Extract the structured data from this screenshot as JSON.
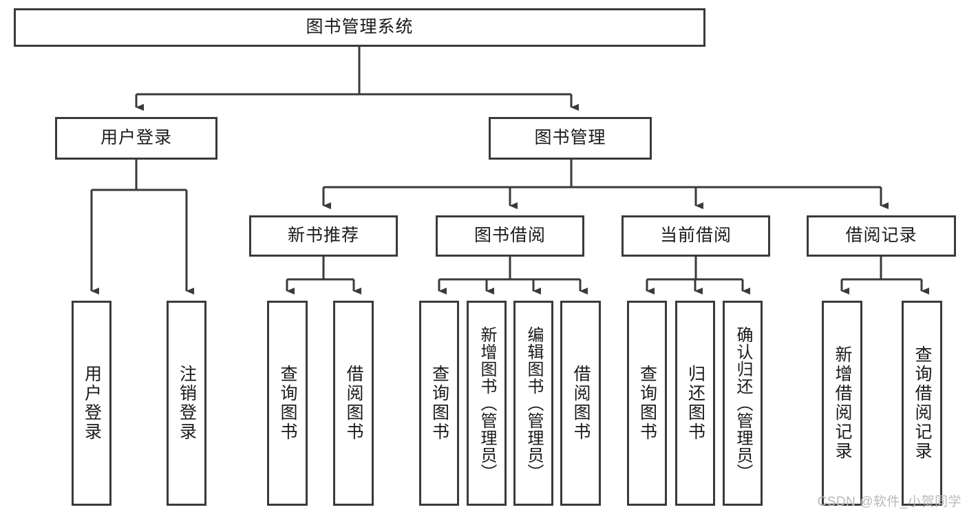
{
  "diagram": {
    "title": "图书管理系统",
    "type": "tree-hierarchy",
    "colors": {
      "box_border": "#3a3a3a",
      "box_fill": "#ffffff",
      "edge": "#3a3a3a",
      "text": "#1a1a1a",
      "watermark": "#b9b9b9"
    },
    "root": {
      "label": "图书管理系统"
    },
    "level2": [
      {
        "label": "用户登录"
      },
      {
        "label": "图书管理"
      }
    ],
    "level3": [
      {
        "label": "新书推荐"
      },
      {
        "label": "图书借阅"
      },
      {
        "label": "当前借阅"
      },
      {
        "label": "借阅记录"
      }
    ],
    "leaves": [
      {
        "label": "用户登录",
        "parent": "用户登录"
      },
      {
        "label": "注销登录",
        "parent": "用户登录"
      },
      {
        "label": "查询图书",
        "parent": "新书推荐"
      },
      {
        "label": "借阅图书",
        "parent": "新书推荐"
      },
      {
        "label": "查询图书",
        "parent": "图书借阅"
      },
      {
        "label": "新增图书（管理员）",
        "parent": "图书借阅"
      },
      {
        "label": "编辑图书（管理员）",
        "parent": "图书借阅"
      },
      {
        "label": "借阅图书",
        "parent": "图书借阅"
      },
      {
        "label": "查询图书",
        "parent": "当前借阅"
      },
      {
        "label": "归还图书",
        "parent": "当前借阅"
      },
      {
        "label": "确认归还（管理员）",
        "parent": "当前借阅"
      },
      {
        "label": "新增借阅记录",
        "parent": "借阅记录"
      },
      {
        "label": "查询借阅记录",
        "parent": "借阅记录"
      }
    ]
  },
  "watermark": {
    "text": "CSDN @软件_小贺同学"
  }
}
